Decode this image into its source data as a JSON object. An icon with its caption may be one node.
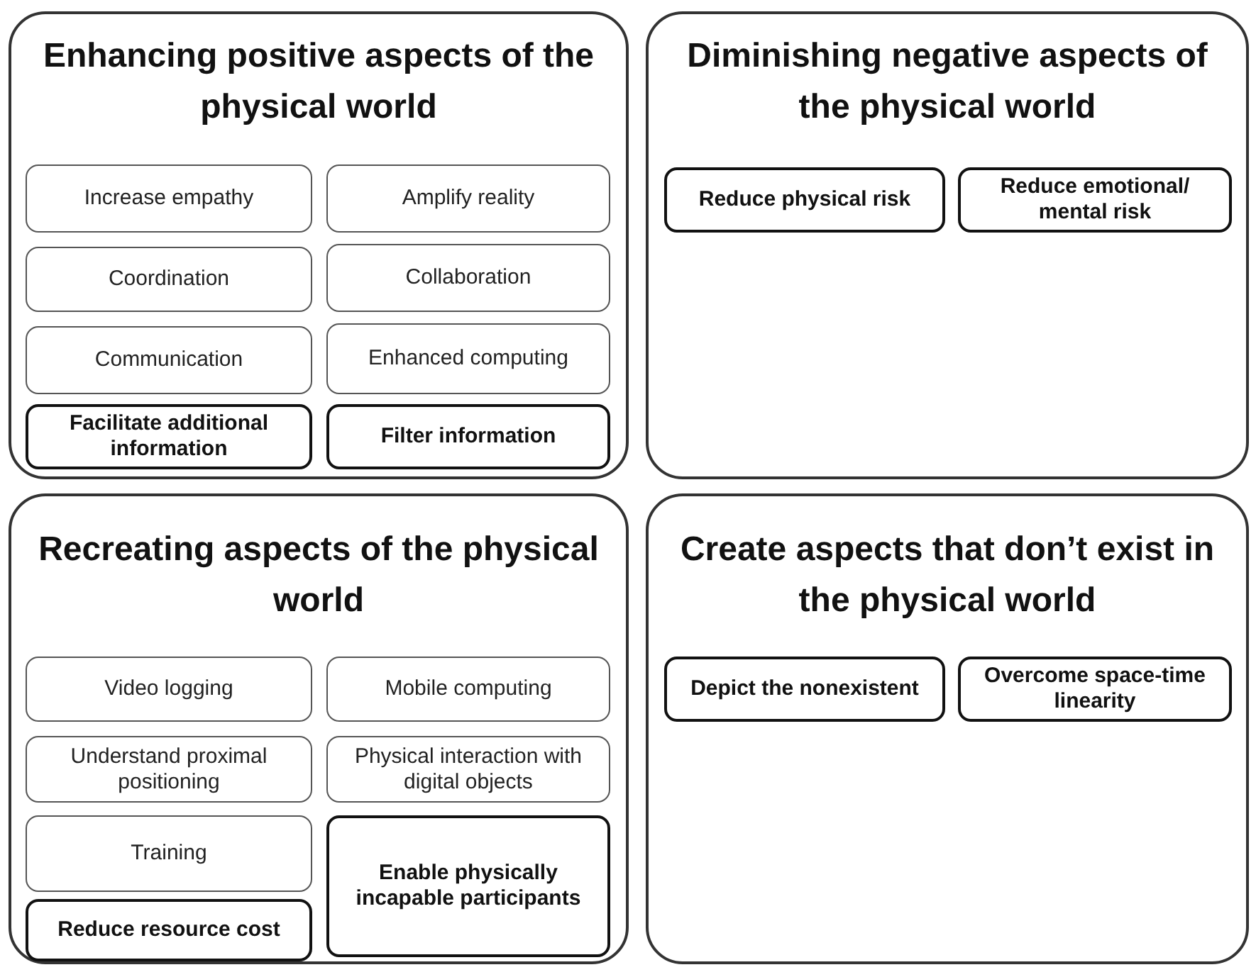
{
  "diagram": {
    "nodes": [
      {
        "text": [
          "Enhancing positive aspects of the physical world"
        ]
      },
      {
        "text": [
          "Increase empathy"
        ],
        "in": 0
      },
      {
        "text": [
          "Amplify reality"
        ],
        "in": 0
      },
      {
        "text": [
          "Coordination"
        ],
        "in": 0
      },
      {
        "text": [
          "Collaboration"
        ],
        "in": 0
      },
      {
        "text": [
          "Communication"
        ],
        "in": 0
      },
      {
        "text": [
          "Enhanced computing"
        ],
        "in": 0
      },
      {
        "text": [
          "Facilitate additional information"
        ],
        "in": 0
      },
      {
        "text": [
          "Filter information"
        ],
        "in": 0
      },
      {
        "text": [
          "Diminishing negative aspects of the physical world"
        ]
      },
      {
        "text": [
          "Reduce physical risk"
        ],
        "in": 9
      },
      {
        "text": [
          "Reduce emotional/ mental risk"
        ],
        "in": 9
      },
      {
        "text": [
          "Recreating aspects of the physical world"
        ]
      },
      {
        "text": [
          "Video logging"
        ],
        "in": 12
      },
      {
        "text": [
          "Mobile computing"
        ],
        "in": 12
      },
      {
        "text": [
          "Understand proximal positioning"
        ],
        "in": 12
      },
      {
        "text": [
          "Physical interaction with digital objects"
        ],
        "in": 12
      },
      {
        "text": [
          "Training"
        ],
        "in": 12
      },
      {
        "text": [
          "Enable physically incapable participants"
        ],
        "in": 12
      },
      {
        "text": [
          "Reduce resource cost"
        ],
        "in": 12
      },
      {
        "text": [
          "Create aspects that don’t exist in the physical world"
        ]
      },
      {
        "text": [
          "Depict the nonexistent"
        ],
        "in": 20
      },
      {
        "text": [
          "Overcome space-time linearity"
        ],
        "in": 20
      }
    ],
    "edges": []
  }
}
